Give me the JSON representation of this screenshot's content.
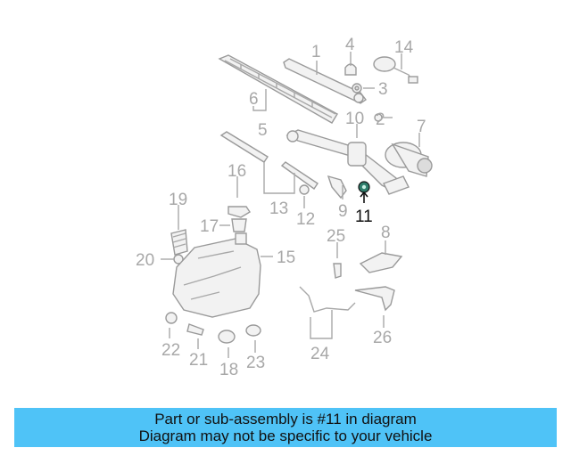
{
  "labels": {
    "l1": "1",
    "l2": "2",
    "l3": "3",
    "l4": "4",
    "l5": "5",
    "l6": "6",
    "l7": "7",
    "l8": "8",
    "l9": "9",
    "l10": "10",
    "l11": "11",
    "l12": "12",
    "l13": "13",
    "l14": "14",
    "l15": "15",
    "l16": "16",
    "l17": "17",
    "l18": "18",
    "l19": "19",
    "l20": "20",
    "l21": "21",
    "l22": "22",
    "l23": "23",
    "l24": "24",
    "l25": "25",
    "l26": "26"
  },
  "highlighted_part": "11",
  "banner": {
    "line1": "Part or sub-assembly is #11 in diagram",
    "line2": "Diagram may not be specific to your vehicle"
  },
  "colors": {
    "banner": "#4fc3f7",
    "highlight": "#2e7d6b"
  }
}
